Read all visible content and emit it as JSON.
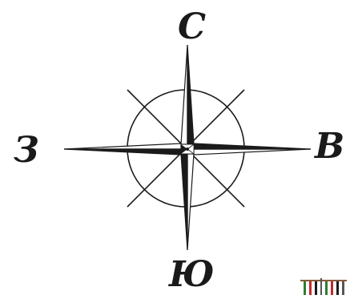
{
  "compass": {
    "north_label": "С",
    "south_label": "Ю",
    "west_label": "З",
    "east_label": "В"
  },
  "colors": {
    "ink": "#1a1a1a",
    "background": "#ffffff",
    "stamp_green": "#2e7d32",
    "stamp_red": "#c62828"
  }
}
